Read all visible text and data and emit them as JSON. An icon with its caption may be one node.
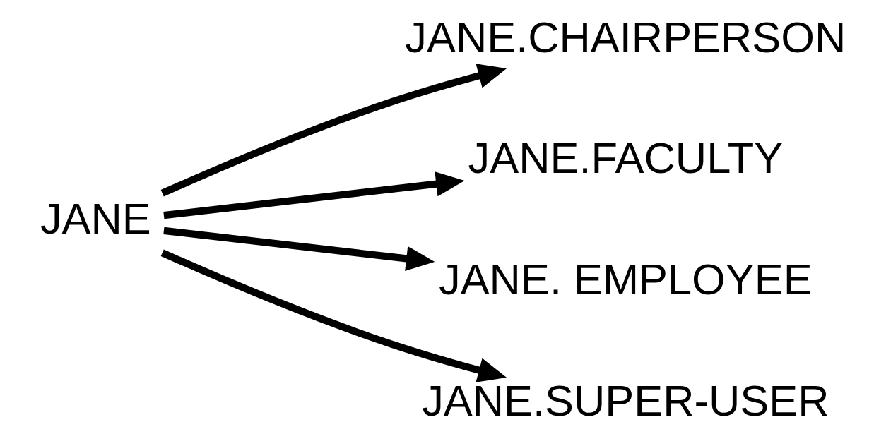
{
  "diagram": {
    "nodes": [
      {
        "text": [
          "JANE"
        ]
      },
      {
        "text": [
          "JANE.CHAIRPERSON"
        ]
      },
      {
        "text": [
          "JANE.FACULTY"
        ]
      },
      {
        "text": [
          "JANE. EMPLOYEE"
        ]
      },
      {
        "text": [
          "JANE.SUPER-USER"
        ]
      }
    ],
    "edges": [
      {
        "from": 0,
        "to": 1,
        "arrow": "to"
      },
      {
        "from": 0,
        "to": 2,
        "arrow": "to"
      },
      {
        "from": 0,
        "to": 3,
        "arrow": "to"
      },
      {
        "from": 0,
        "to": 4,
        "arrow": "to"
      }
    ]
  }
}
